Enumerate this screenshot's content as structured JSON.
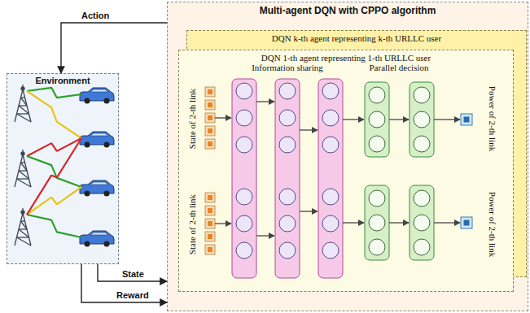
{
  "diagram": {
    "nodes": [
      {
        "text": [
          "Environment"
        ]
      },
      {
        "text": [
          "Multi-agent DQN with CPPO algorithm"
        ]
      },
      {
        "text": [
          "DQN k-th agent representing k-th URLLC user"
        ],
        "in": 1
      },
      {
        "text": [
          "DQN 1-th agent representing 1-th URLLC user"
        ],
        "in": 1
      }
    ],
    "edges": [
      {
        "from": 1,
        "to": 0,
        "arrow": "to",
        "label": "Action"
      },
      {
        "from": 0,
        "to": 1,
        "arrow": "to",
        "label": "State"
      },
      {
        "from": 0,
        "to": 1,
        "arrow": "to",
        "label": "Reward"
      }
    ],
    "labels": [
      "Information sharing",
      "Parallel decision",
      "State of 2-th link",
      "State of 2-th link",
      "Power of 2-th link",
      "Power of 2-th link"
    ]
  }
}
